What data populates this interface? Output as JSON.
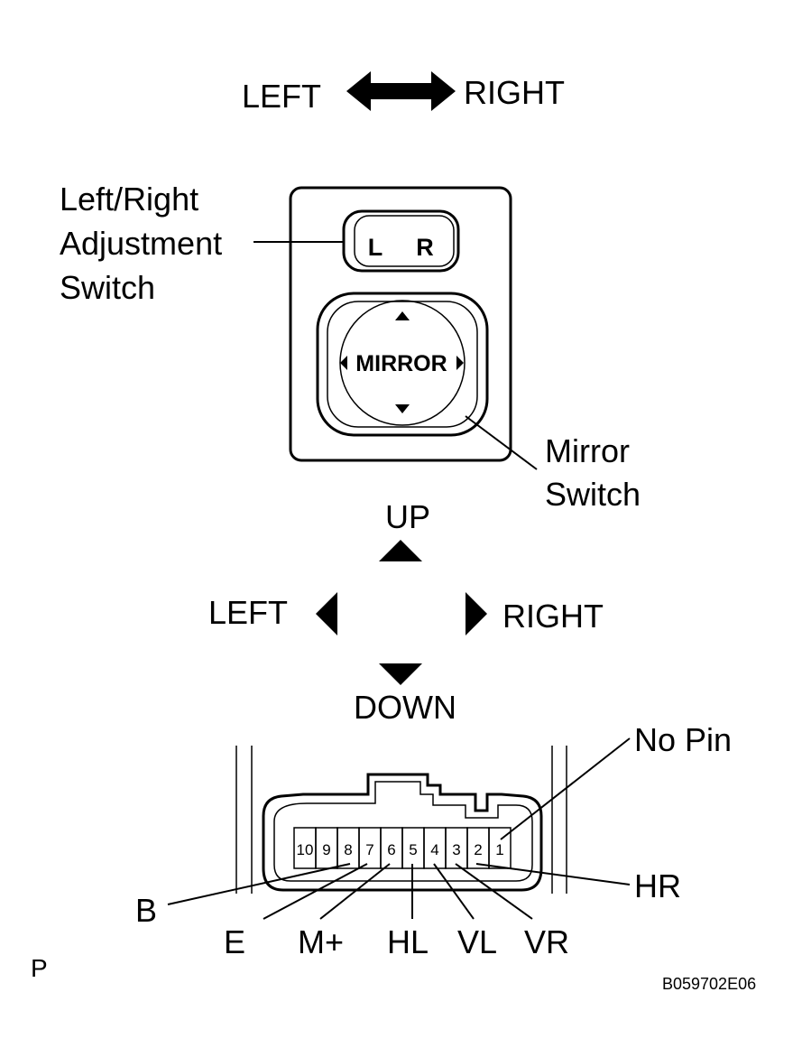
{
  "top_arrow": {
    "left_label": "LEFT",
    "right_label": "RIGHT"
  },
  "switch": {
    "lr_label_lines": [
      "Left/Right",
      "Adjustment",
      "Switch"
    ],
    "lr_switch_left": "L",
    "lr_switch_right": "R",
    "mirror_button_text": "MIRROR",
    "mirror_label_lines": [
      "Mirror",
      "Switch"
    ]
  },
  "directions": {
    "up": "UP",
    "left": "LEFT",
    "right": "RIGHT",
    "down": "DOWN"
  },
  "connector": {
    "pins": [
      "10",
      "9",
      "8",
      "7",
      "6",
      "5",
      "4",
      "3",
      "2",
      "1"
    ],
    "no_pin_label": "No Pin",
    "terminals": [
      "B",
      "E",
      "M+",
      "HL",
      "VL",
      "VR",
      "HR"
    ]
  },
  "page_marker": "P",
  "figure_code": "B059702E06"
}
